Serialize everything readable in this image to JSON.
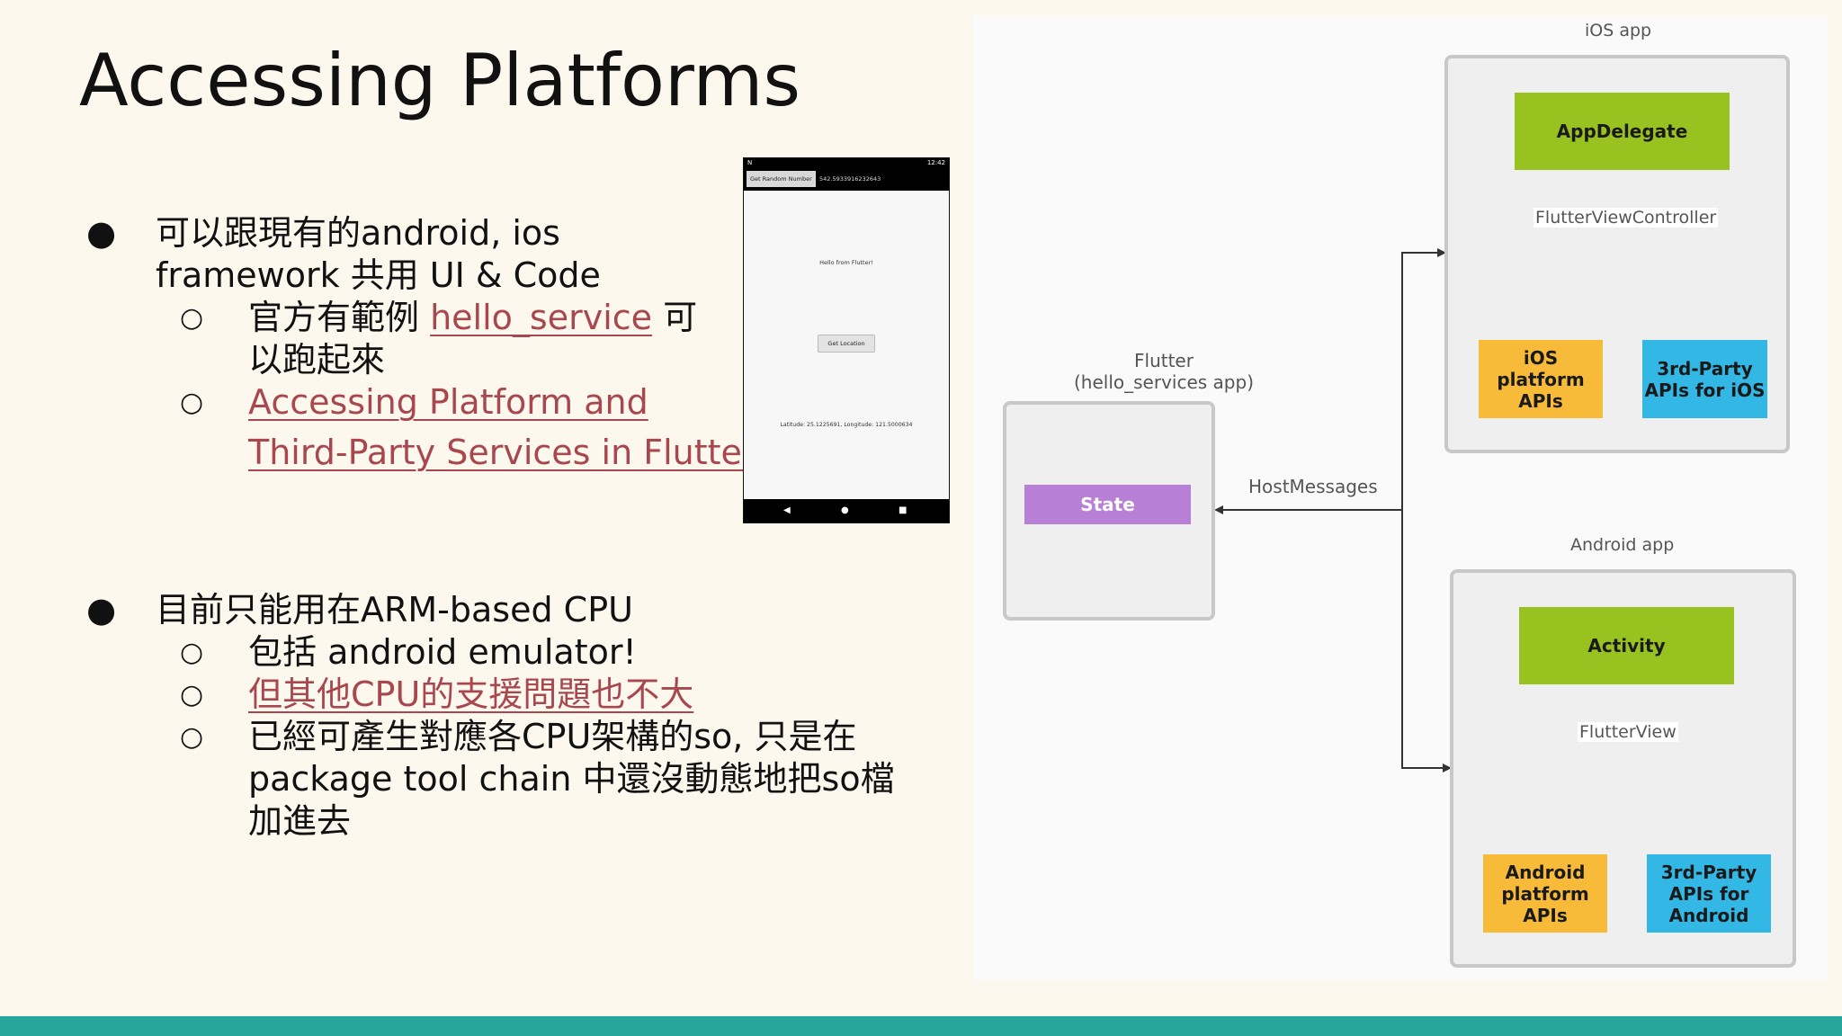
{
  "slide": {
    "title": "Accessing Platforms",
    "bullets": {
      "b1_line1": "可以跟現有的android, ios",
      "b1_line2": "framework 共用 UI & Code",
      "b1_sub1_pre": "官方有範例 ",
      "b1_sub1_link": "hello_service",
      "b1_sub1_post": " 可",
      "b1_sub1_line2": "以跑起來",
      "b1_sub2_line1": "Accessing Platform and",
      "b1_sub2_line2": "Third-Party Services in Flutter",
      "b2_line1": "目前只能用在ARM-based CPU",
      "b2_sub1": "包括 android emulator!",
      "b2_sub2": "但其他CPU的支援問題也不大",
      "b2_sub3_line1": "已經可產生對應各CPU架構的so, 只是在",
      "b2_sub3_line2": "package tool chain 中還沒動態地把so檔",
      "b2_sub3_line3": "加進去"
    },
    "bullet_glyph": "●",
    "sub_bullet_glyph": "○"
  },
  "phone": {
    "status_time": "12:42",
    "button": "Get Random Number",
    "number": "542.5933916232643",
    "hello": "Hello from Flutter!",
    "location_button": "Get Location",
    "location": "Latitude: 25.1225691, Longitude: 121.5000634",
    "nav_back": "◀",
    "nav_home": "●",
    "nav_recent": "■"
  },
  "diagram": {
    "ios_app_label": "iOS app",
    "app_delegate": "AppDelegate",
    "flutter_view_controller": "FlutterViewController",
    "ios_platform_apis": "iOS\nplatform\nAPIs",
    "third_party_ios": "3rd-Party\nAPIs for iOS",
    "flutter_label_line1": "Flutter",
    "flutter_label_line2": "(hello_services app)",
    "state": "State",
    "host_messages": "HostMessages",
    "android_app_label": "Android app",
    "activity": "Activity",
    "flutter_view": "FlutterView",
    "android_platform_apis": "Android\nplatform\nAPIs",
    "third_party_android": "3rd-Party\nAPIs for\nAndroid"
  },
  "colors": {
    "background": "#fdf8ee",
    "link": "#a8484e",
    "bottom_bar": "#26a69a",
    "green": "#97c21f",
    "yellow": "#f7bb39",
    "cyan": "#33b8e6",
    "purple": "#b87fd6"
  }
}
